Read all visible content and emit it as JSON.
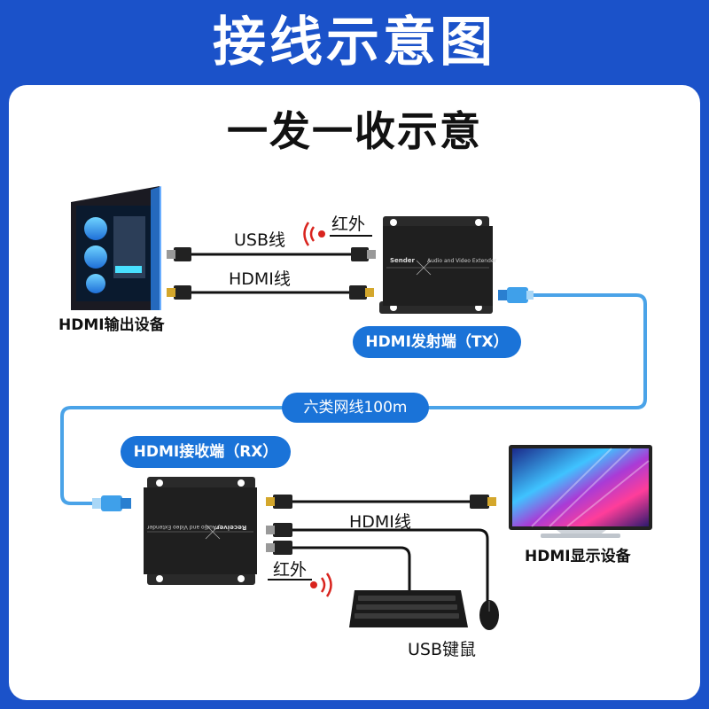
{
  "header": {
    "title": "接线示意图"
  },
  "section": {
    "title": "一发一收示意"
  },
  "sender": {
    "source_label": "HDMI输出设备",
    "usb_cable_label": "USB线",
    "hdmi_cable_label": "HDMI线",
    "ir_label": "红外",
    "device_badge": "HDMI发射端（TX）",
    "device_face_brand": "Sender",
    "device_face_desc": "Audio and Video Extender"
  },
  "network": {
    "cable_label": "六类网线100m"
  },
  "receiver": {
    "device_badge": "HDMI接收端（RX）",
    "device_face_brand": "Receiver",
    "device_face_desc": "Audio and Video Extender",
    "hdmi_cable_label": "HDMI线",
    "ir_label": "红外",
    "display_label": "HDMI显示设备",
    "usb_devices_label": "USB键鼠"
  },
  "colors": {
    "brand_blue": "#1b52c9",
    "pill_blue": "#1a73d8",
    "ir_red": "#d9241e",
    "cable_blue": "#4aa3e8"
  }
}
